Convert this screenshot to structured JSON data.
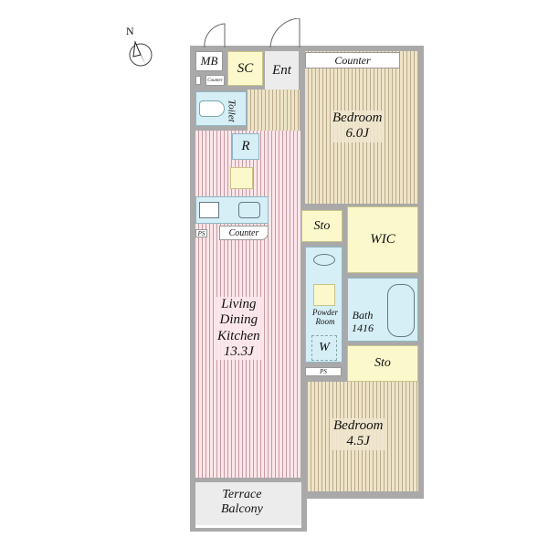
{
  "compass": {
    "label": "N"
  },
  "rooms": {
    "mb": "MB",
    "sc": "SC",
    "ent": "Ent",
    "counter_small": "Counter",
    "toilet": "Toilet",
    "bedroom1": {
      "name": "Bedroom",
      "size": "6.0J"
    },
    "counter_bed": "Counter",
    "refrigerator": "R",
    "ps1": "PS",
    "counter_kitchen": "Counter",
    "sto1": "Sto",
    "wic": "WIC",
    "ldk": {
      "l1": "Living",
      "l2": "Dining",
      "l3": "Kitchen",
      "size": "13.3J"
    },
    "powder": {
      "l1": "Powder",
      "l2": "Room"
    },
    "washer": "W",
    "bath": {
      "name": "Bath",
      "size": "1416"
    },
    "sto2": "Sto",
    "ps2": "PS",
    "bedroom2": {
      "name": "Bedroom",
      "size": "4.5J"
    },
    "balcony": {
      "l1": "Terrace",
      "l2": "Balcony"
    }
  }
}
